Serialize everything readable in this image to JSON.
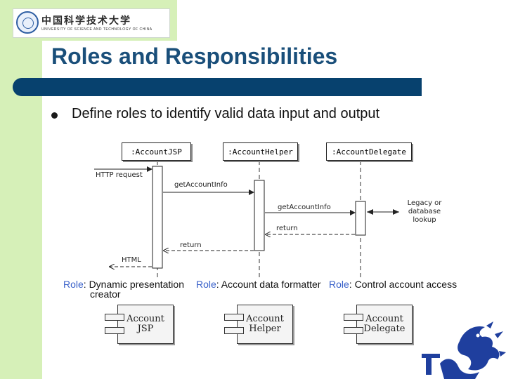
{
  "header": {
    "logo_cn": "中国科学技术大学",
    "logo_en": "UNIVERSITY OF SCIENCE AND TECHNOLOGY OF CHINA",
    "logo_name": "ustc-seal-logo"
  },
  "slide": {
    "title": "Roles and Responsibilities",
    "bullet": "Define roles to identify valid data input and output",
    "accent_color": "#07416e",
    "title_color": "#1a4f7a",
    "sidebar_color": "#d6f0b8"
  },
  "diagram": {
    "lifelines": [
      ":AccountJSP",
      ":AccountHelper",
      ":AccountDelegate"
    ],
    "messages": {
      "http_request": "HTTP request",
      "get_account_info_1": "getAccountInfo",
      "get_account_info_2": "getAccountInfo",
      "return_1": "return",
      "return_2": "return",
      "html": "HTML"
    },
    "external_line1": "Legacy or",
    "external_line2": "database",
    "external_line3": "lookup",
    "roles": [
      {
        "keyword": "Role",
        "desc_line1": ": Dynamic presentation",
        "desc_line2": "creator"
      },
      {
        "keyword": "Role",
        "desc_line1": ": Account data formatter",
        "desc_line2": ""
      },
      {
        "keyword": "Role",
        "desc_line1": ": Control account access",
        "desc_line2": ""
      }
    ],
    "components": [
      {
        "line1": "Account",
        "line2": "JSP"
      },
      {
        "line1": "Account",
        "line2": "Helper"
      },
      {
        "line1": "Account",
        "line2": "Delegate"
      }
    ]
  },
  "footer": {
    "emblem": "ustc-dragon-emblem",
    "emblem_color": "#1f3f9e"
  }
}
